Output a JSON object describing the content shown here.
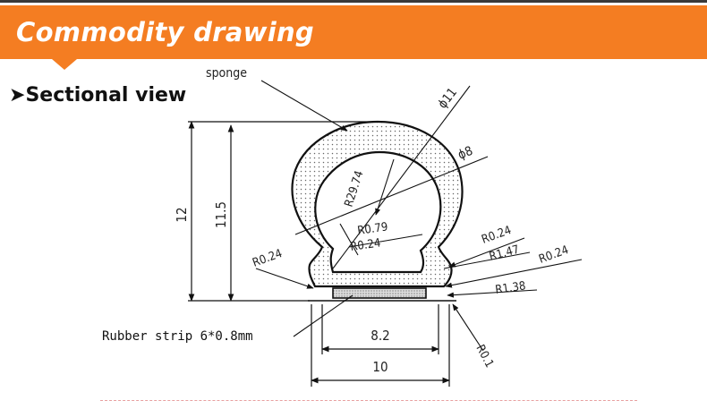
{
  "header": {
    "title": "Commodity drawing"
  },
  "section": {
    "title": "Sectional view"
  },
  "labels": {
    "sponge": "sponge",
    "rubber_strip": "Rubber strip 6*0.8mm"
  },
  "dimensions": {
    "height_12": "12",
    "height_11_5": "11.5",
    "phi_11": "ϕ11",
    "phi_8": "ϕ8",
    "r29_74": "R29.74",
    "r0_79": "R0.79",
    "r0_24_inner": "R0.24",
    "r0_24_left": "R0.24",
    "r0_24_right_upper": "R0.24",
    "r1_47": "R1.47",
    "r0_24_right": "R0.24",
    "r1_38": "R1.38",
    "r0_1": "R0.1",
    "width_8_2": "8.2",
    "width_10": "10"
  },
  "colors": {
    "banner": "#f47d22",
    "banner_text": "#ffffff",
    "line": "#111111"
  }
}
